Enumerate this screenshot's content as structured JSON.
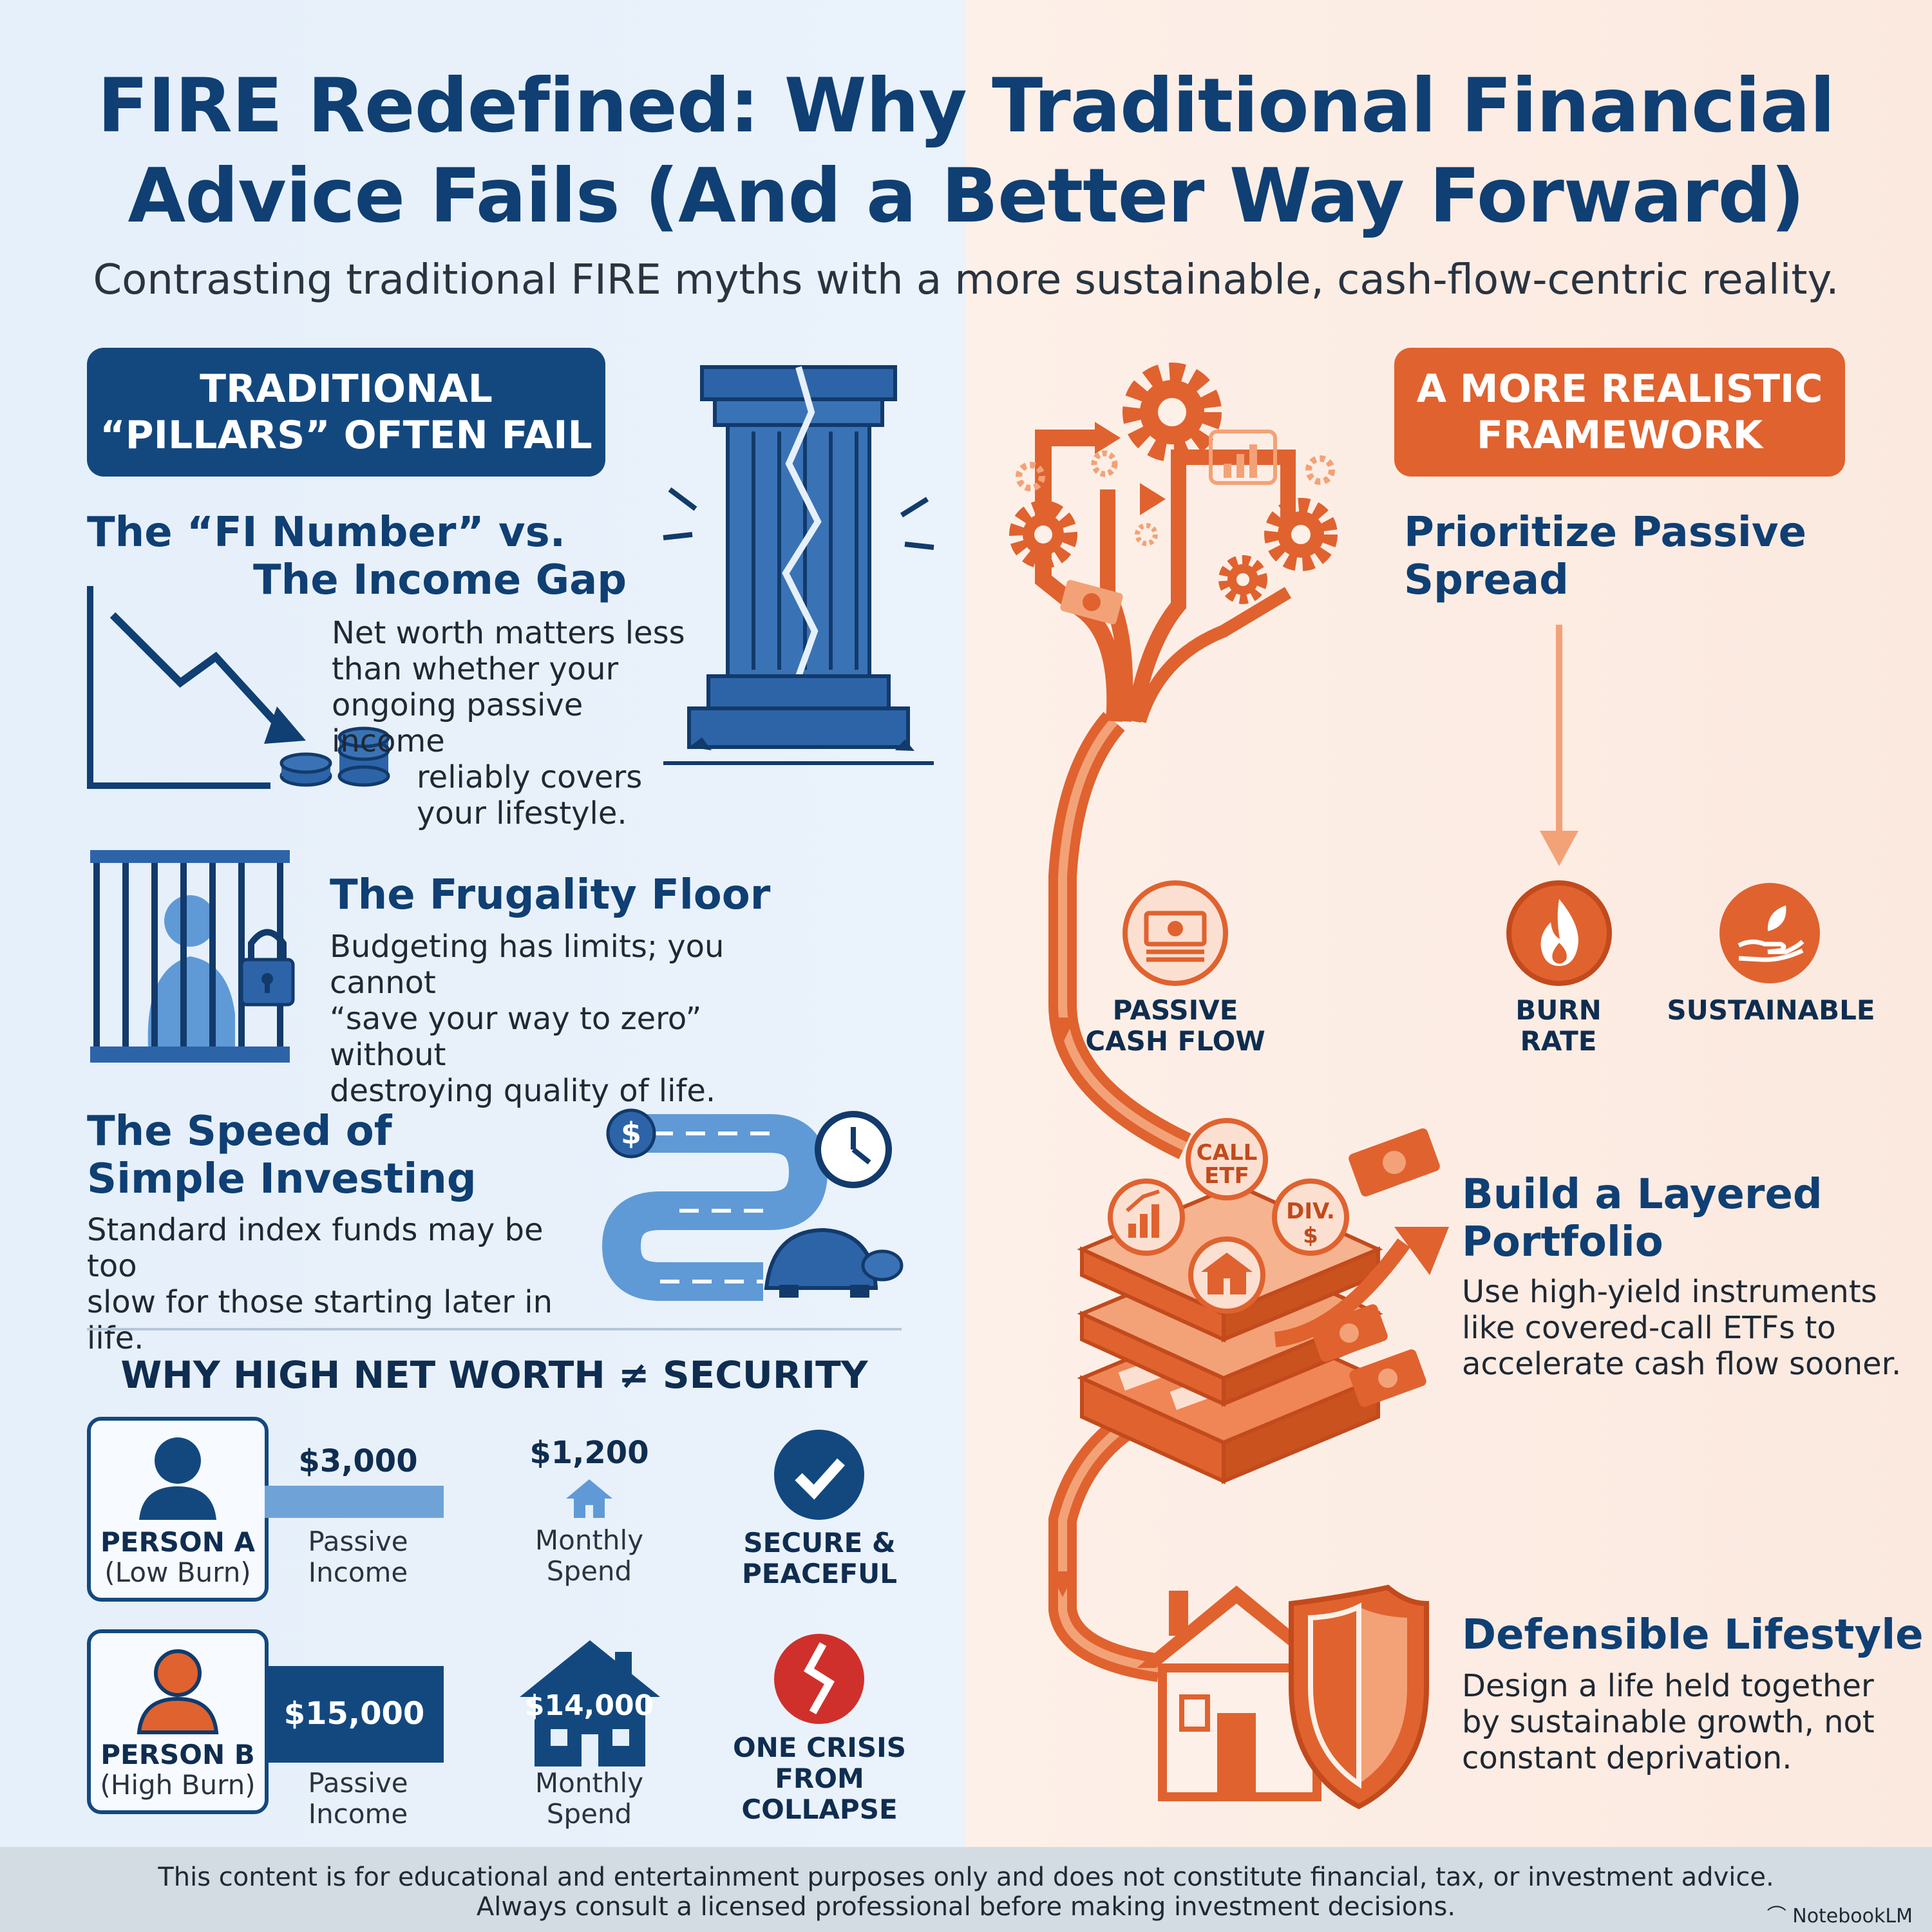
{
  "header": {
    "title_line1": "FIRE Redefined: Why Traditional Financial",
    "title_line2": "Advice Fails (And a Better Way Forward)",
    "subtitle": "Contrasting traditional FIRE myths with a more sustainable, cash-flow-centric reality."
  },
  "left": {
    "banner_line1": "TRADITIONAL",
    "banner_line2": "“PILLARS” OFTEN FAIL",
    "fi": {
      "heading_line1": "The “FI Number” vs.",
      "heading_line2": "The Income Gap",
      "body_line1": "Net worth matters less",
      "body_line2": "than whether your",
      "body_line3": "ongoing passive income",
      "body_line4": "reliably covers",
      "body_line5": "your lifestyle."
    },
    "frugality": {
      "heading": "The Frugality Floor",
      "body_line1": "Budgeting has limits; you cannot",
      "body_line2": "“save your way to zero” without",
      "body_line3": "destroying quality of life."
    },
    "speed": {
      "heading_line1": "The Speed of",
      "heading_line2": "Simple Investing",
      "body_line1": "Standard index funds may be too",
      "body_line2": "slow for those starting later in life."
    },
    "networth": {
      "heading": "WHY HIGH NET WORTH ≠ SECURITY",
      "person_a": {
        "name": "PERSON A",
        "sub": "(Low Burn)",
        "passive_value": "$3,000",
        "passive_label_1": "Passive",
        "passive_label_2": "Income",
        "spend_value": "$1,200",
        "spend_label_1": "Monthly",
        "spend_label_2": "Spend",
        "status_1": "SECURE &",
        "status_2": "PEACEFUL"
      },
      "person_b": {
        "name": "PERSON B",
        "sub": "(High Burn)",
        "passive_value": "$15,000",
        "passive_label_1": "Passive",
        "passive_label_2": "Income",
        "spend_value": "$14,000",
        "spend_label_1": "Monthly",
        "spend_label_2": "Spend",
        "status_1": "ONE CRISIS",
        "status_2": "FROM",
        "status_3": "COLLAPSE"
      }
    }
  },
  "right": {
    "banner_line1": "A MORE REALISTIC",
    "banner_line2": "FRAMEWORK",
    "prioritize_line1": "Prioritize Passive",
    "prioritize_line2": "Spread",
    "icon_passive_1": "PASSIVE",
    "icon_passive_2": "CASH FLOW",
    "icon_burn_1": "BURN",
    "icon_burn_2": "RATE",
    "icon_sustainable": "SUSTAINABLE",
    "portfolio_chip_call_1": "CALL",
    "portfolio_chip_call_2": "ETF",
    "portfolio_chip_div_1": "DIV.",
    "portfolio_chip_div_2": "$",
    "layered": {
      "heading_line1": "Build a Layered",
      "heading_line2": "Portfolio",
      "body_line1": "Use high-yield instruments",
      "body_line2": "like covered-call ETFs to",
      "body_line3": "accelerate cash flow sooner."
    },
    "defensible": {
      "heading": "Defensible Lifestyle",
      "body_line1": "Design a life held together",
      "body_line2": "by sustainable growth, not",
      "body_line3": "constant deprivation."
    }
  },
  "footer": {
    "line1": "This content is for educational and entertainment purposes only and does not constitute financial, tax, or investment advice.",
    "line2": "Always consult a licensed professional before making investment decisions.",
    "brand": "NotebookLM"
  },
  "colors": {
    "navy": "#0f3f73",
    "blue": "#2d64a8",
    "light_blue": "#5f9ad6",
    "orange": "#e0622f",
    "light_orange": "#f3a277",
    "red": "#d0302c"
  }
}
